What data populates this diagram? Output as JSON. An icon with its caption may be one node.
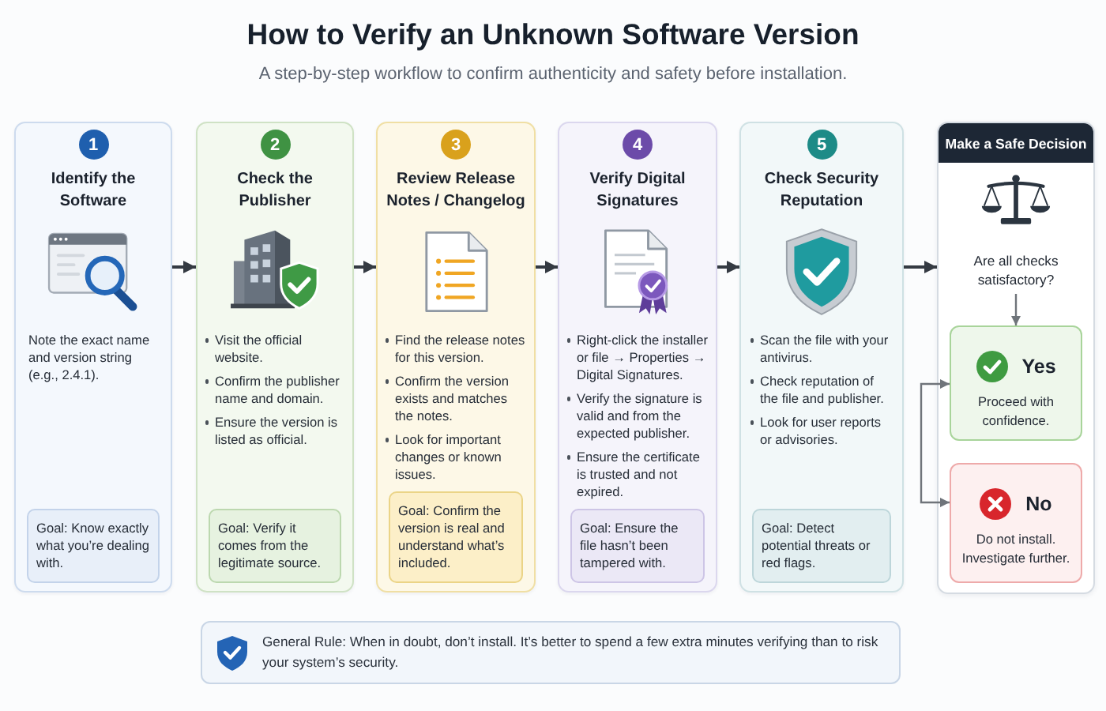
{
  "diagram": {
    "title": "How to Verify an Unknown Software Version",
    "nodes": [
      {
        "text": [
          "Identify the Software",
          "Note the exact name and version string (e.g., 2.4.1)."
        ]
      },
      {
        "text": [
          "1"
        ],
        "in": 0
      },
      {
        "text": [
          "Goal: Know exactly what you’re dealing with."
        ],
        "in": 0
      },
      {
        "text": [
          "Check the Publisher",
          "Visit the official website.",
          "Confirm the publisher name and domain.",
          "Ensure the version is listed as official."
        ]
      },
      {
        "text": [
          "2"
        ],
        "in": 3
      },
      {
        "text": [
          "Goal: Verify it comes from the legitimate source."
        ],
        "in": 3
      },
      {
        "text": [
          "Review Release Notes / Changelog",
          "Find the release notes for this version.",
          "Confirm the version exists and matches the notes.",
          "Look for important changes or known issues."
        ]
      },
      {
        "text": [
          "3"
        ],
        "in": 6
      },
      {
        "text": [
          "Goal: Confirm the version is real and understand what’s included."
        ],
        "in": 6
      },
      {
        "text": [
          "Verify Digital Signatures",
          "Right-click the installer or file → Properties → Digital Signatures.",
          "Verify the signature is valid and from the expected publisher.",
          "Ensure the certificate is trusted and not expired."
        ]
      },
      {
        "text": [
          "4"
        ],
        "in": 9
      },
      {
        "text": [
          "Goal: Ensure the file hasn’t been tampered with."
        ],
        "in": 9
      },
      {
        "text": [
          "Check Security Reputation",
          "Scan the file with your antivirus.",
          "Check reputation of the file and publisher.",
          "Look for user reports or advisories."
        ]
      },
      {
        "text": [
          "5"
        ],
        "in": 12
      },
      {
        "text": [
          "Goal: Detect potential threats or red flags."
        ],
        "in": 12
      },
      {
        "text": [
          "Make a Safe Decision"
        ]
      },
      {
        "text": [
          "Are all checks satisfactory?"
        ],
        "in": 15
      },
      {
        "text": [
          "Yes",
          "Proceed with confidence."
        ],
        "in": 15
      },
      {
        "text": [
          "No",
          "Do not install. Investigate further."
        ],
        "in": 15
      },
      {
        "text": [
          "General Rule: When in doubt, don’t install. It’s better to spend a few extra minutes verifying than to risk your system’s security."
        ]
      }
    ],
    "edges": [
      {
        "from": 0,
        "to": 3,
        "arrow": "to"
      },
      {
        "from": 3,
        "to": 6,
        "arrow": "to"
      },
      {
        "from": 6,
        "to": 9,
        "arrow": "to"
      },
      {
        "from": 9,
        "to": 12,
        "arrow": "to"
      },
      {
        "from": 12,
        "to": 15,
        "arrow": "to"
      },
      {
        "from": 16,
        "to": 17,
        "arrow": "to",
        "color": "#6f747a"
      },
      {
        "from": 17,
        "to": 18,
        "arrow": "both",
        "color": "#6f747a"
      }
    ],
    "labels": [
      "A step-by-step workflow to confirm authenticity and safety before installation."
    ]
  }
}
